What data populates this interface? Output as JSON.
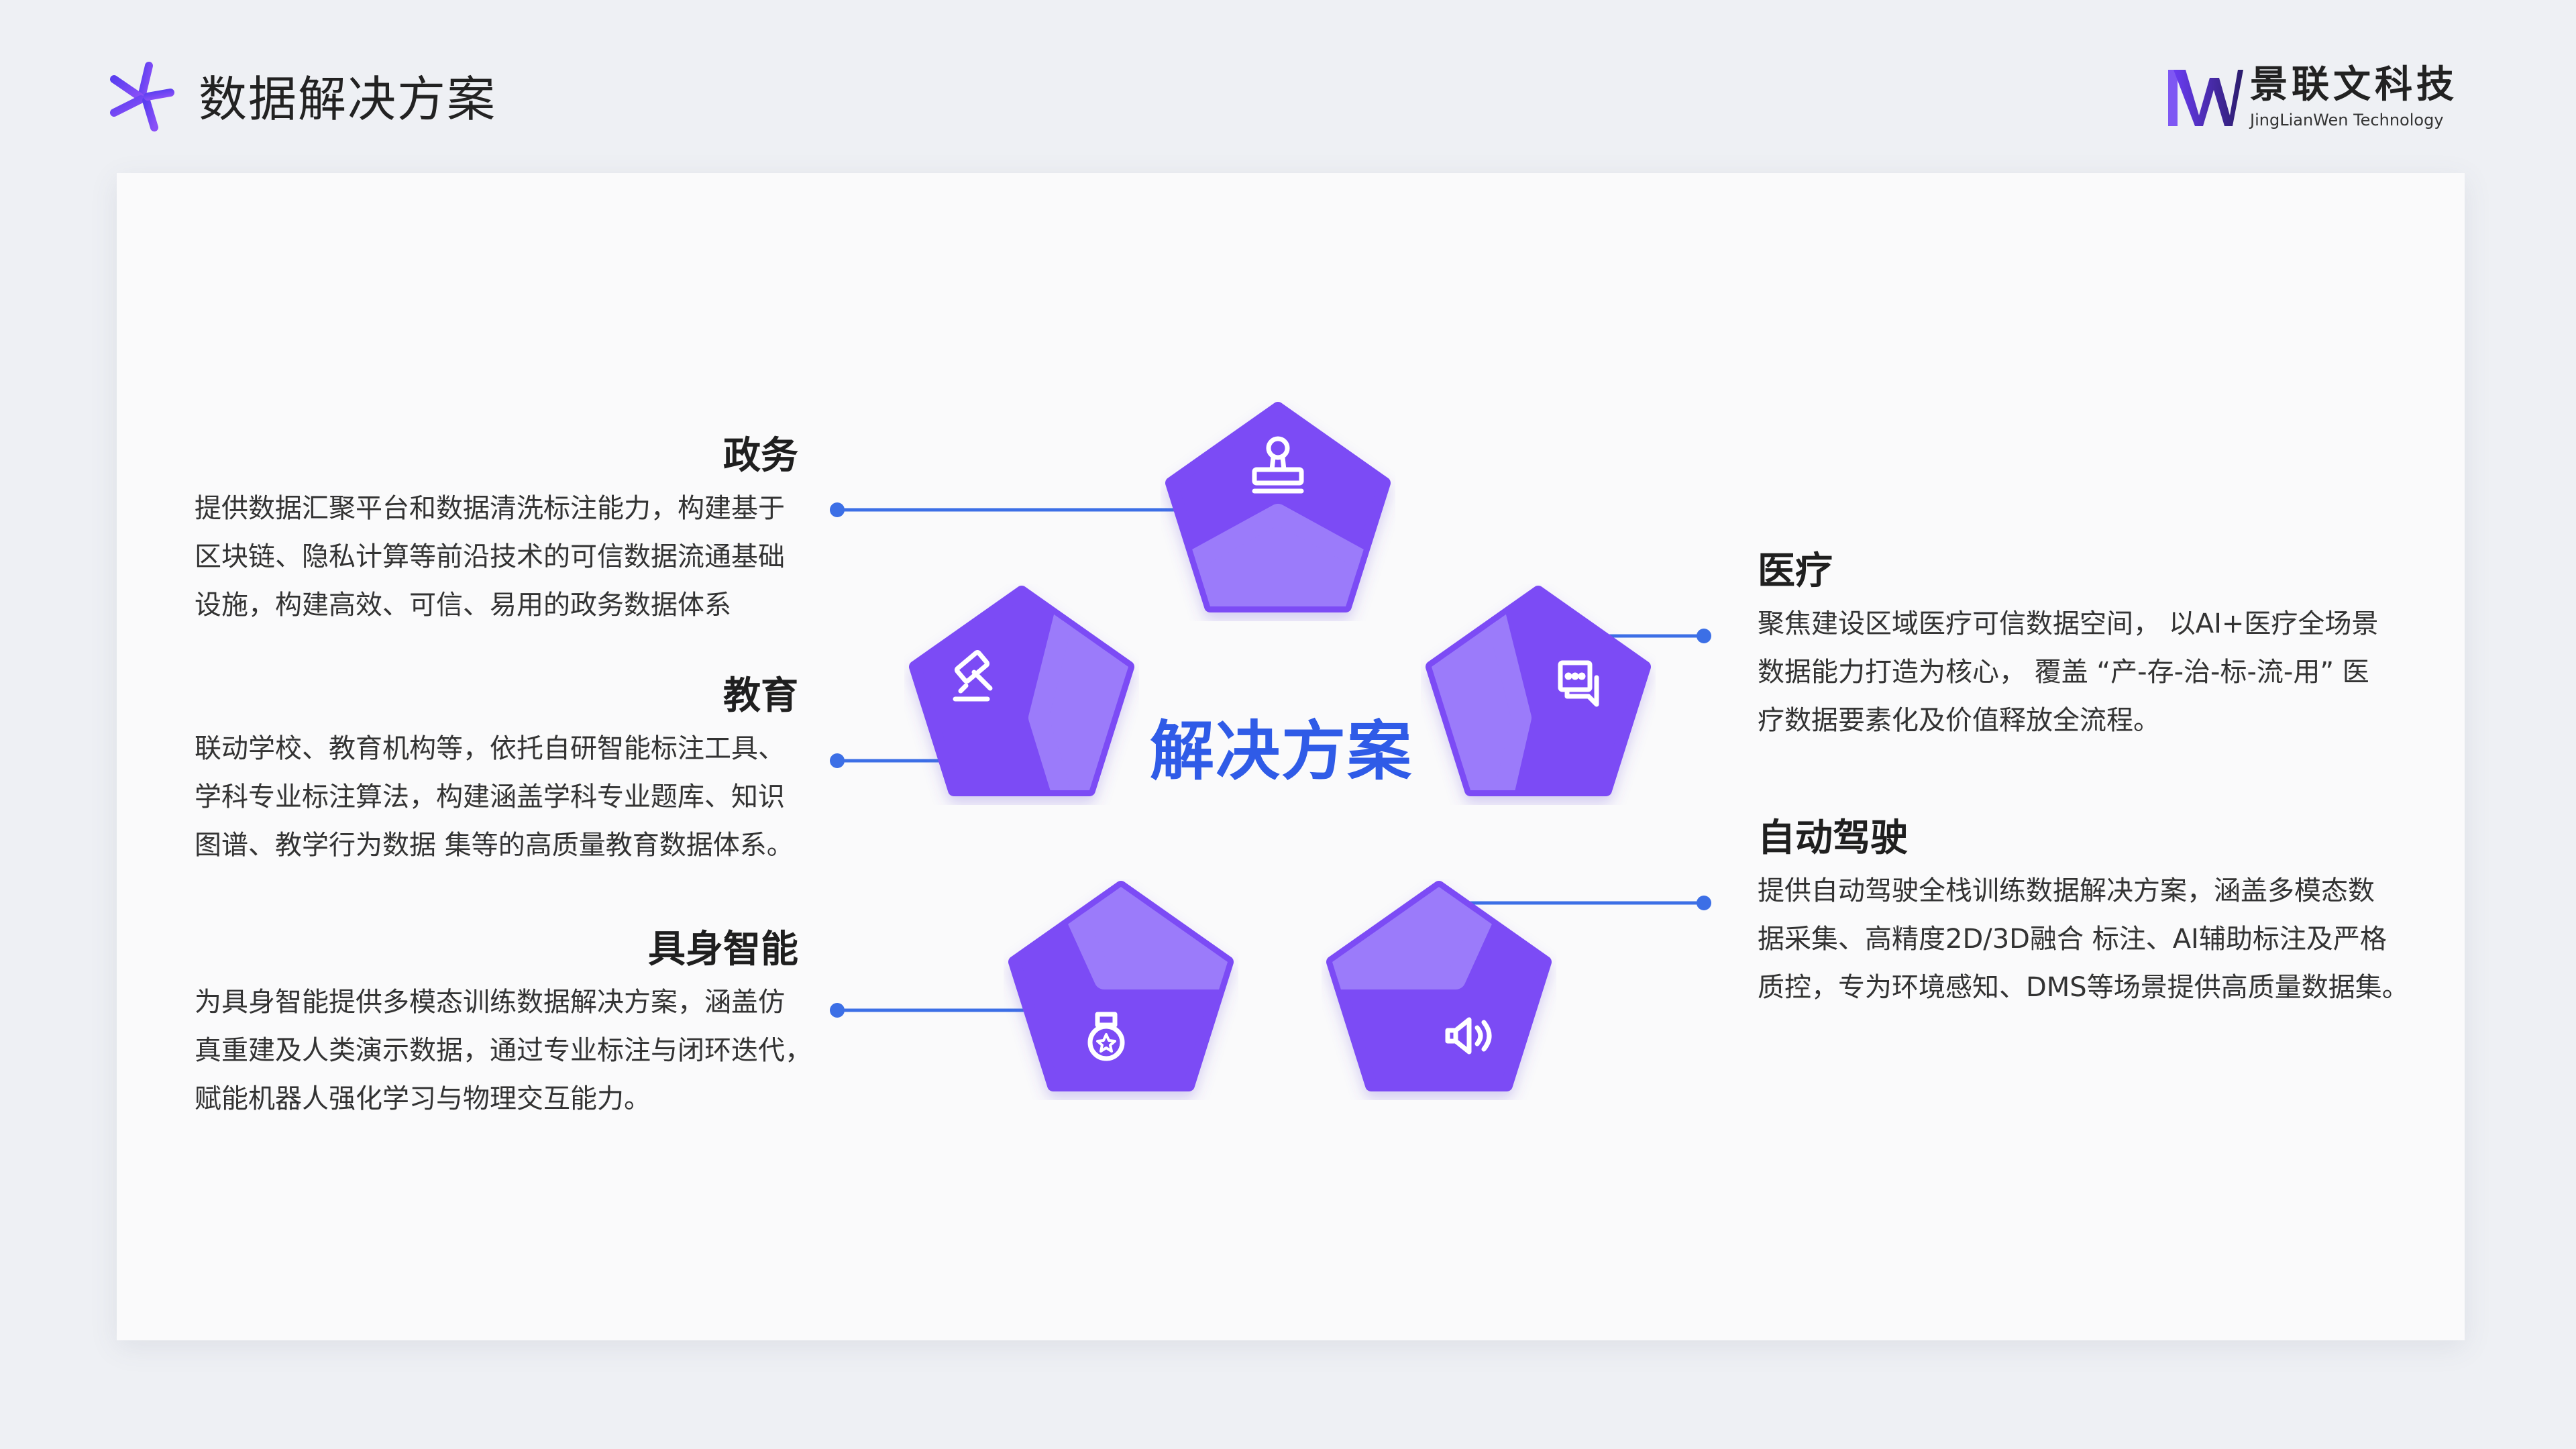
{
  "header": {
    "title": "数据解决方案"
  },
  "brand": {
    "name": "景联文科技",
    "subtitle": "JingLianWen Technology"
  },
  "diagram": {
    "center_label": "解决方案",
    "accent_color": "#2f5be7",
    "pentagon_color": "#7b4cf5",
    "pentagon_highlight": "#9b7bfa",
    "connector_color": "#3c6fe6",
    "nodes": [
      {
        "icon": "stamp-icon"
      },
      {
        "icon": "chat-icon"
      },
      {
        "icon": "speaker-icon"
      },
      {
        "icon": "medal-icon"
      },
      {
        "icon": "gavel-icon"
      }
    ]
  },
  "solutions": {
    "government": {
      "title": "政务",
      "lines": [
        "提供数据汇聚平台和数据清洗标注能力，构建基于",
        "区块链、隐私计算等前沿技术的可信数据流通基础",
        "设施，构建高效、可信、易用的政务数据体系"
      ]
    },
    "education": {
      "title": "教育",
      "lines": [
        "联动学校、教育机构等，依托自研智能标注工具、",
        "学科专业标注算法，构建涵盖学科专业题库、知识",
        "图谱、教学行为数据 集等的高质量教育数据体系。"
      ]
    },
    "embodied": {
      "title": "具身智能",
      "lines": [
        "为具身智能提供多模态训练数据解决方案，涵盖仿",
        "真重建及人类演示数据，通过专业标注与闭环迭代，",
        "赋能机器人强化学习与物理交互能力。"
      ]
    },
    "medical": {
      "title": "医疗",
      "lines": [
        "聚焦建设区域医疗可信数据空间， 以AI+医疗全场景",
        "数据能力打造为核心， 覆盖 “产-存-治-标-流-用” 医",
        "疗数据要素化及价值释放全流程。"
      ]
    },
    "autonomous": {
      "title": "自动驾驶",
      "lines": [
        "提供自动驾驶全栈训练数据解决方案，涵盖多模态数",
        "据采集、高精度2D/3D融合 标注、AI辅助标注及严格",
        "质控，专为环境感知、DMS等场景提供高质量数据集。"
      ]
    }
  }
}
